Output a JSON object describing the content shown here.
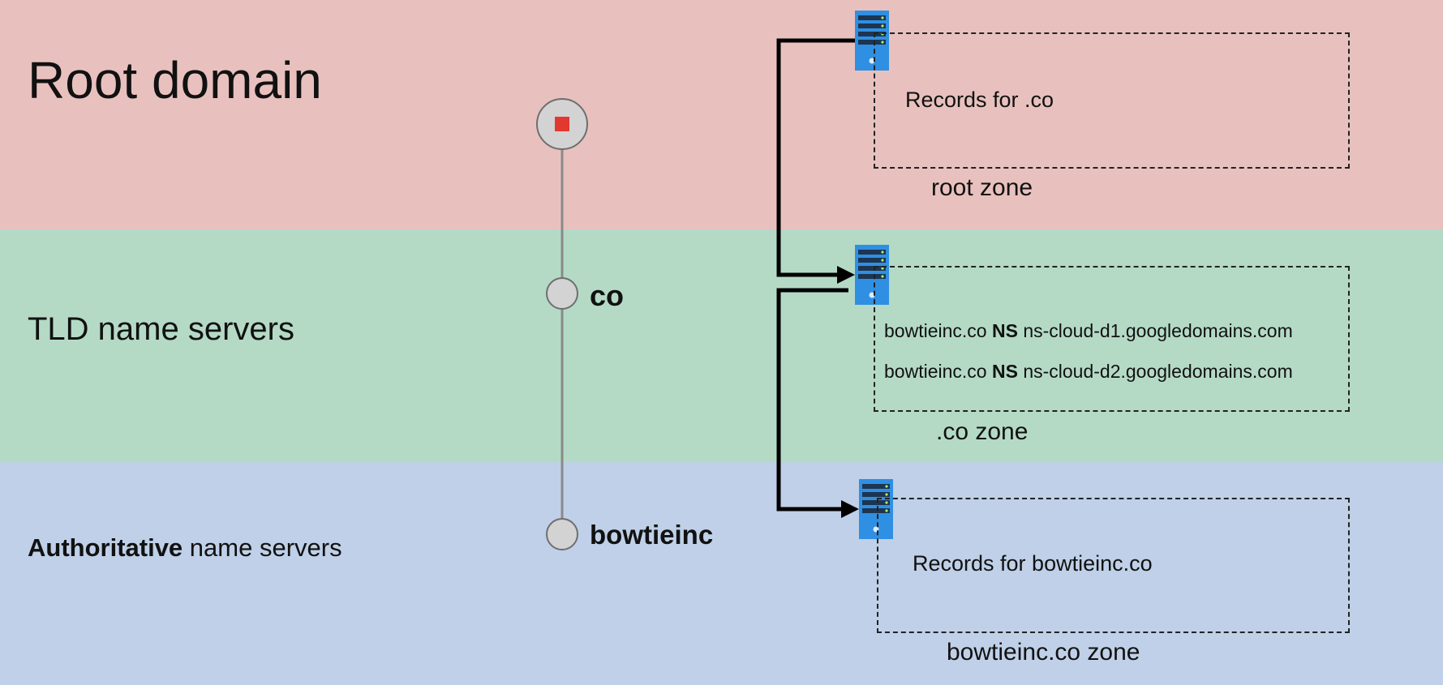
{
  "headings": {
    "root": "Root domain",
    "tld": "TLD name servers",
    "authoritative_bold": "Authoritative",
    "authoritative_rest": " name servers"
  },
  "tree": {
    "co_label": "co",
    "bowtie_label": "bowtieinc"
  },
  "zones": {
    "root": {
      "record": "Records for .co",
      "name": "root zone"
    },
    "co": {
      "records": [
        {
          "domain": "bowtieinc.co",
          "type": "NS",
          "value": "ns-cloud-d1.googledomains.com"
        },
        {
          "domain": "bowtieinc.co",
          "type": "NS",
          "value": "ns-cloud-d2.googledomains.com"
        }
      ],
      "name": ".co zone"
    },
    "authoritative": {
      "record": "Records for bowtieinc.co",
      "name": "bowtieinc.co zone"
    }
  },
  "colors": {
    "root_band": "#e8c1be",
    "tld_band": "#b4dac6",
    "auth_band": "#bfd0e8",
    "server": "#2f8fe3",
    "root_marker": "#e2382f"
  },
  "icons": {
    "server": "server-rack-icon",
    "root_node": "root-node-icon"
  }
}
